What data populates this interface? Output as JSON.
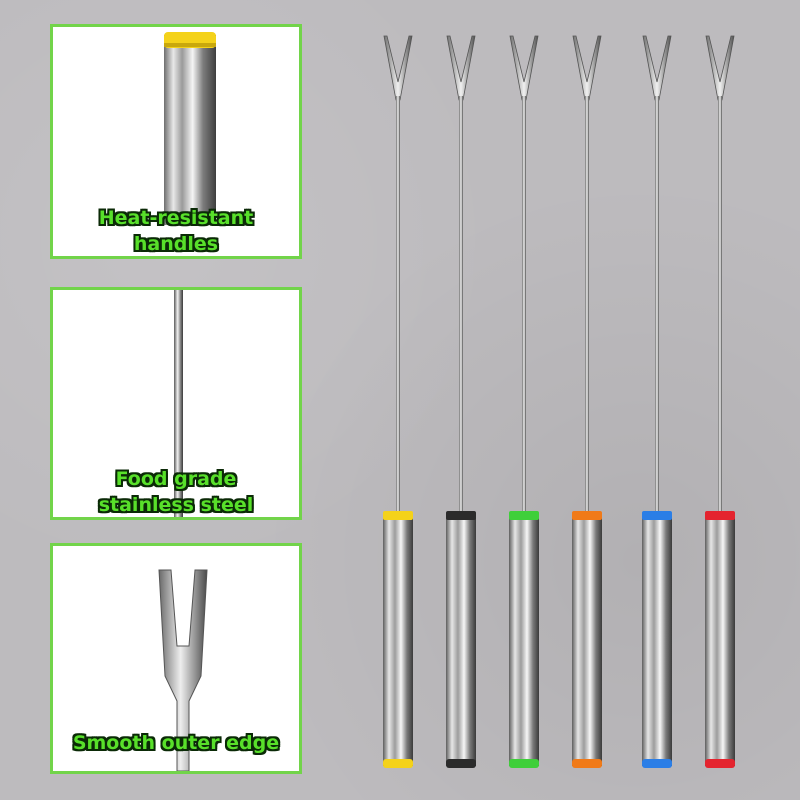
{
  "panels": [
    {
      "line1": "Heat-resistant",
      "line2": "handles"
    },
    {
      "line1": "Food grade",
      "line2": "stainless steel"
    },
    {
      "line1": "Smooth outer edge",
      "line2": ""
    }
  ],
  "forks": [
    {
      "name": "yellow",
      "color": "#f4d21a"
    },
    {
      "name": "black",
      "color": "#2b2b2b"
    },
    {
      "name": "green",
      "color": "#3fcf3a"
    },
    {
      "name": "orange",
      "color": "#f07a18"
    },
    {
      "name": "blue",
      "color": "#2b7ee6"
    },
    {
      "name": "red",
      "color": "#e4242f"
    }
  ],
  "colors": {
    "panel_border": "#72d44a",
    "caption_fill": "#58e02a",
    "caption_outline": "#0b2a07",
    "background": "#bdbbbe"
  }
}
